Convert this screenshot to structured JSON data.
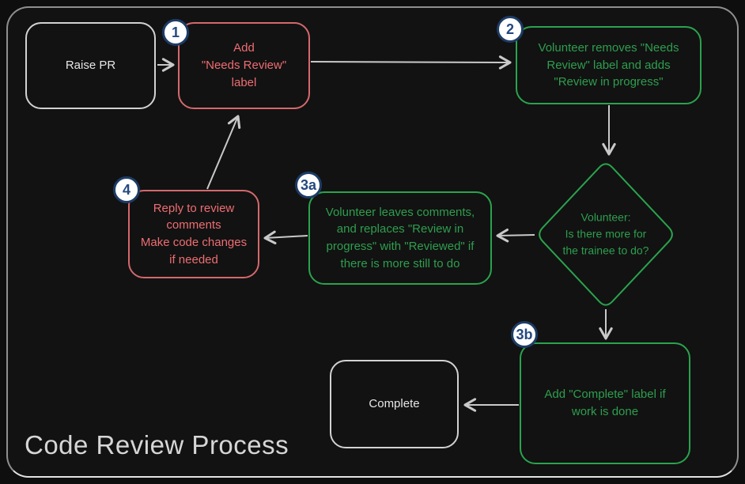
{
  "title": "Code Review Process",
  "colors": {
    "background": "#0e0e0e",
    "frame_border": "#8f8f8f",
    "neutral_node_border": "#d2d2d2",
    "neutral_text": "#e6e6e6",
    "red_node_border": "#d5686c",
    "red_text": "#ee6d72",
    "green_node_border": "#2aa34d",
    "green_text": "#2e9e4e",
    "arrow": "#c9c9c9",
    "badge_background": "#ffffff",
    "badge_border": "#1d3c66",
    "badge_text": "#24497f"
  },
  "nodes": {
    "raise_pr": {
      "label": "Raise PR"
    },
    "add_needs_review": {
      "badge": "1",
      "label": "Add\n\"Needs Review\"\nlabel"
    },
    "volunteer_removes": {
      "badge": "2",
      "label": "Volunteer removes \"Needs\nReview\" label and adds\n\"Review in progress\""
    },
    "decision": {
      "label": "Volunteer:\nIs there more for\nthe trainee to do?"
    },
    "volunteer_leaves_comments": {
      "badge": "3a",
      "label": "Volunteer leaves comments,\nand replaces \"Review in\nprogress\" with \"Reviewed\" if\nthere is more still to do"
    },
    "reply_to_comments": {
      "badge": "4",
      "label": "Reply to review\ncomments\nMake code changes\nif needed"
    },
    "add_complete_label": {
      "badge": "3b",
      "label": "Add \"Complete\" label if\nwork is done"
    },
    "complete": {
      "label": "Complete"
    }
  }
}
